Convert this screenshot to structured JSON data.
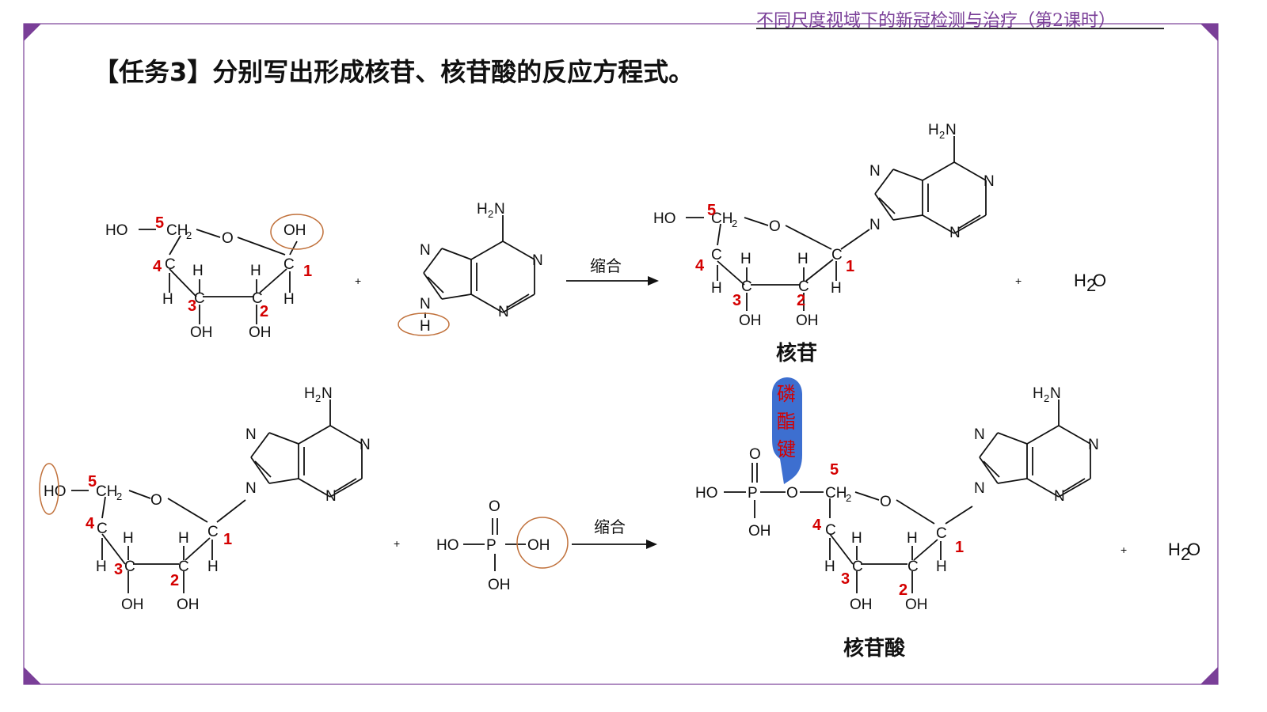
{
  "header": {
    "course_title": "不同尺度视域下的新冠检测与治疗（第2课时）"
  },
  "title": "【任务3】分别写出形成核苷、核苷酸的反应方程式。",
  "reaction1": {
    "arrow_label": "缩合",
    "plus": "+",
    "byproduct": "H",
    "byproduct_sub": "2",
    "byproduct_tail": "O",
    "product_name": "核苷"
  },
  "reaction2": {
    "arrow_label": "缩合",
    "plus": "+",
    "byproduct": "H",
    "byproduct_sub": "2",
    "byproduct_tail": "O",
    "product_name": "核苷酸",
    "bond_label": [
      "磷",
      "酯",
      "键"
    ]
  },
  "atoms": {
    "HO": "HO",
    "OH": "OH",
    "O": "O",
    "C": "C",
    "H": "H",
    "N": "N",
    "P": "P",
    "CH": "CH",
    "sub2": "2",
    "H2N_H": "H",
    "H2N_N": "N"
  },
  "carbon_numbers": [
    "1",
    "2",
    "3",
    "4",
    "5"
  ],
  "colors": {
    "accent": "#7a3f98",
    "highlight": "#d40000",
    "circle": "#c0703a",
    "bond_bubble": "#3d6fd0"
  }
}
